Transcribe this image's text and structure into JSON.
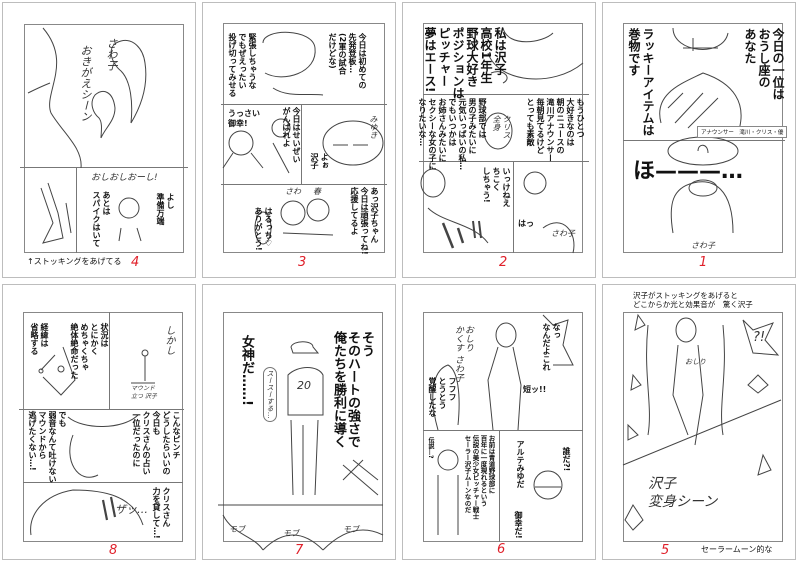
{
  "pages": [
    {
      "number": "4",
      "texts": {
        "hand_name": "さわ子",
        "hand_scene": "おきがえシーン",
        "hand_shout": "おしおしおーし!",
        "ready": "よし\n準備万端",
        "spikes": "あとは\nスパイクはいて",
        "caption": "↑ストッキングをあげてる"
      }
    },
    {
      "number": "3",
      "texts": {
        "first_start": "今日は初めての\n先発登板…\n(2軍の試合\nだけどな)",
        "nervous": "緊張しちゃうな\nでもぜえったい\n投げ切ってみせる",
        "shut_up": "うっさい\n御幸!",
        "do_best": "今日はせいぜい\nがんばれよ",
        "yo": "よぉ\n沢子",
        "cheer": "あっ沢子ちゃん\n今日は頑張ってね!\n応援してるよ",
        "thanks": "はるっち♡\nありがとう!",
        "hand_sawa": "さわ",
        "hand_miyuki": "みゆき",
        "hand_haru": "春"
      }
    },
    {
      "number": "2",
      "texts": {
        "intro": "私は沢子\n高校1年生\n野球大好き\nポジションは\nピッチャー\n夢はエース!",
        "another_love": "もうひとつ\n大好きなのは\n朝のニュースの\n滝川アナウンサー\n毎朝見てるけど\nとっても素敵",
        "wish": "野球部では\n男の子みたいに\n元気いっぱいの私…\nでもいつかは\nお姉さんみたいに\nセクシーな女の子に\nなりたいな…",
        "late": "いっけねえ\nちこく\nしちゃう!",
        "gasp": "はっ",
        "hand_chris": "クリス\n全身",
        "hand_sawako": "さわ子"
      }
    },
    {
      "number": "1",
      "texts": {
        "first_place": "今日の一位は\nおうし座の\nあなた",
        "lucky": "ラッキーアイテムは\n巻物です",
        "announcer": "アナウンサー　滝川・クリス・優",
        "sigh": "ほ———…",
        "hand_sawako": "さわ子"
      }
    },
    {
      "number": "8",
      "texts": {
        "omit": "経緯は\n省略する",
        "situation": "状況は\nとにかく\nめちゃくちゃ\n絶体絶命だった",
        "however": "しかし",
        "hand_mound": "マウンド\n立つ 沢子",
        "pinch": "こんなピンチ\nどうしたらいいの\n今日も\nクリスさんの占い\n一位だったのに",
        "resolve": "でも\n弱音なんて吐けない\nマウンドから\n逃げたくない…!",
        "plea": "クリスさん\n力を貸して…!",
        "hand_zah": "ザッ…"
      }
    },
    {
      "number": "7",
      "texts": {
        "so": "そう\nそのハートの強さで\n俺たちを勝利に導く",
        "goddess": "女神だ……!",
        "breezy": "スースーする…",
        "jersey": "20",
        "mob1": "モブ",
        "mob2": "モブ",
        "mob3": "モブ"
      }
    },
    {
      "number": "6",
      "texts": {
        "what": "なっ\nなんだよこれ",
        "short": "短ッ!!",
        "awakened": "フフフ\nとうとう\n覚醒したな",
        "legend_q": "伝説…?",
        "legend": "お前は青道野球部に\n百年に一度現れるという\n伝説の美少女ピッチャー戦士\nセーラー沢子ムーンなのだ",
        "alte": "アルテみゆだ",
        "who": "誰だ?!",
        "miyuki": "御幸だ!",
        "hand_hide": "おしり\nかくす さわ子"
      }
    },
    {
      "number": "5",
      "texts": {
        "direction": "沢子がストッキングをあげると\nどこからか光と効果音が　驚く沢子",
        "surprise": "?!",
        "hand_butt": "おしり",
        "hand_transform": "沢子\n変身シーン",
        "note": "セーラームーン的な"
      }
    }
  ]
}
